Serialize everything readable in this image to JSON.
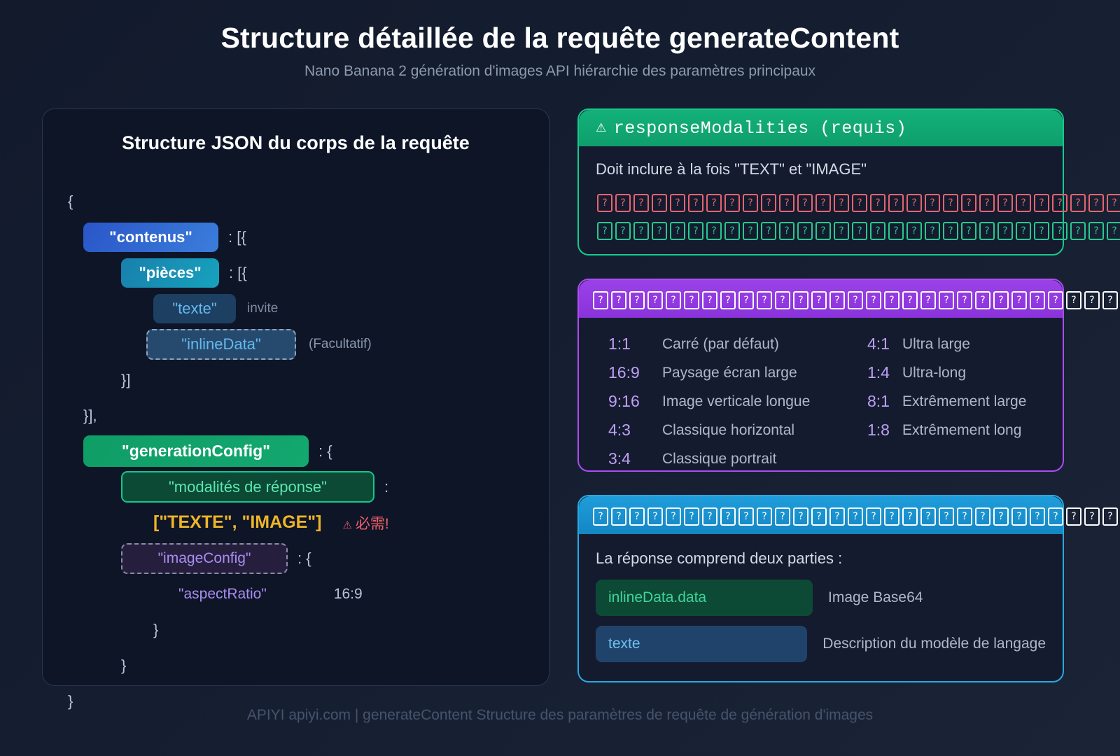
{
  "header": {
    "title": "Structure détaillée de la requête generateContent",
    "subtitle": "Nano Banana 2 génération d'images API hiérarchie des paramètres principaux"
  },
  "json_panel": {
    "title": "Structure JSON du corps de la requête",
    "open_brace": "{",
    "close_brace": "}",
    "lines": {
      "contents_key": "\"contenus\"",
      "contents_punct": ": [{",
      "parts_key": "\"pièces\"",
      "parts_punct": ": [{",
      "text_key": "\"texte\"",
      "text_note": "invite",
      "inline_key": "\"inlineData\"",
      "inline_punct": ":",
      "inline_note": "(Facultatif)",
      "close_parts": "}]",
      "close_contents": "}],",
      "gencfg_key": "\"generationConfig\"",
      "gencfg_punct": ": {",
      "respmod_key": "\"modalités de réponse\"",
      "respmod_punct": ":",
      "respmod_value": "[\"TEXTE\", \"IMAGE\"]",
      "respmod_warning_icon": "⚠",
      "respmod_warning": "必需!",
      "imgcfg_key": "\"imageConfig\"",
      "imgcfg_punct": ": {",
      "aspect_key": "\"aspectRatio\"",
      "aspect_value": "16:9",
      "close_imgcfg": "}",
      "close_gencfg": "}"
    }
  },
  "cards": {
    "response_modalities": {
      "warning_icon": "⚠",
      "header": "responseModalities (requis)",
      "body_text": "Doit inclure à la fois \"TEXT\" et \"IMAGE\"",
      "missing_glyph_char": "?",
      "row1_missing_glyph_count": 30,
      "row2_missing_glyph_count": 30,
      "accent": "#16c98d"
    },
    "aspect_ratios": {
      "header_missing_glyph_count": 30,
      "missing_glyph_char": "?",
      "accent": "#ab4df0",
      "left_column": [
        {
          "ratio": "1:1",
          "desc": "Carré (par défaut)"
        },
        {
          "ratio": "16:9",
          "desc": "Paysage écran large"
        },
        {
          "ratio": "9:16",
          "desc": "Image verticale longue"
        },
        {
          "ratio": "4:3",
          "desc": "Classique horizontal"
        },
        {
          "ratio": "3:4",
          "desc": "Classique portrait"
        }
      ],
      "right_column": [
        {
          "ratio": "4:1",
          "desc": "Ultra large"
        },
        {
          "ratio": "1:4",
          "desc": "Ultra-long"
        },
        {
          "ratio": "8:1",
          "desc": "Extrêmement large"
        },
        {
          "ratio": "1:8",
          "desc": "Extrêmement long"
        },
        {
          "ratio": "",
          "desc": ""
        }
      ]
    },
    "response_structure": {
      "header_missing_glyph_count": 30,
      "missing_glyph_char": "?",
      "accent": "#29a8e0",
      "body_text": "La réponse comprend deux parties :",
      "rows": [
        {
          "chip": "inlineData.data",
          "desc": "Image Base64"
        },
        {
          "chip": "texte",
          "desc": "Description du modèle de langage"
        }
      ]
    }
  },
  "footer": {
    "text": "APIYI apiyi.com | generateContent Structure des paramètres de requête de génération d'images"
  }
}
